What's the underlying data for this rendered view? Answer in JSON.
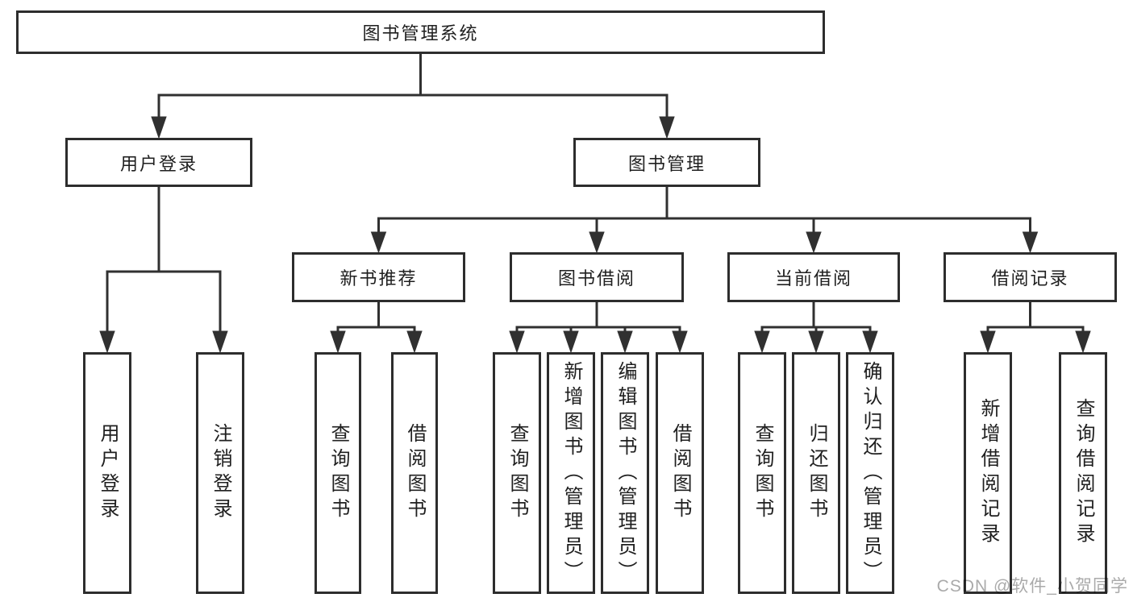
{
  "diagram": {
    "root": "图书管理系统",
    "user_login": {
      "label": "用户登录",
      "children": [
        "用户登录",
        "注销登录"
      ]
    },
    "book_mgmt": {
      "label": "图书管理",
      "children": [
        {
          "label": "新书推荐",
          "children": [
            "查询图书",
            "借阅图书"
          ]
        },
        {
          "label": "图书借阅",
          "children": [
            "查询图书",
            "新增图书（管理员）",
            "编辑图书（管理员）",
            "借阅图书"
          ]
        },
        {
          "label": "当前借阅",
          "children": [
            "查询图书",
            "归还图书",
            "确认归还（管理员）"
          ]
        },
        {
          "label": "借阅记录",
          "children": [
            "新增借阅记录",
            "查询借阅记录"
          ]
        }
      ]
    }
  },
  "watermark": "CSDN @软件_小贺同学",
  "colors": {
    "border": "#2d2d2d",
    "line": "#303030",
    "text": "#1f1f1f",
    "watermark": "#aaaaaa",
    "background": "#ffffff"
  }
}
